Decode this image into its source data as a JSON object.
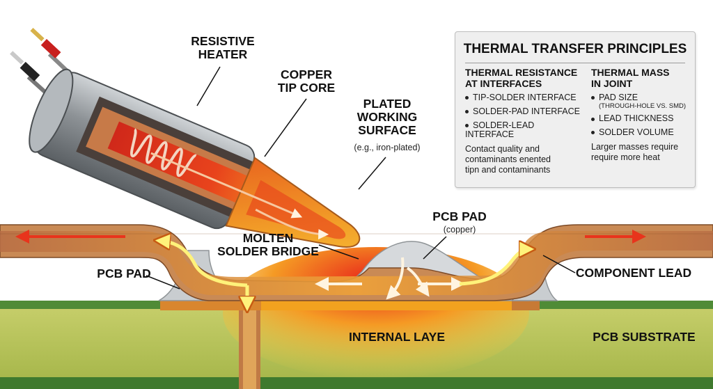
{
  "labels": {
    "resistive_heater": "RESISTIVE\nHEATER",
    "copper_tip_core": "COPPER\nTIP CORE",
    "plated_surface": "PLATED\nWORKING\nSURFACE",
    "plated_surface_note": "(e.g., iron-plated)",
    "pcb_pad_right": "PCB PAD",
    "pcb_pad_right_note": "(copper)",
    "molten_solder": "MOLTEN\nSOLDER BRIDGE",
    "pcb_pad_left": "PCB PAD",
    "component_lead": "COMPONENT LEAD",
    "internal_layer": "INTERNAL LAYE",
    "pcb_substrate": "PCB SUBSTRATE"
  },
  "panel": {
    "title": "THERMAL TRANSFER PRINCIPLES",
    "left_heading": "THERMAL RESISTANCE\nAT INTERFACES",
    "left_items": [
      "TIP-SOLDER INTERFACE",
      "SOLDER-PAD INTERFACE",
      "SOLDER-LEAD INTERFACE"
    ],
    "left_note": "Contact quality and\ncontaminants enented\ntipn and contaminants",
    "right_heading": "THERMAL MASS\nIN JOINT",
    "right_items": [
      {
        "text": "PAD SIZE",
        "sub": "(THROUGH-HOLE VS. SMD)"
      },
      {
        "text": "LEAD THICKNESS",
        "sub": ""
      },
      {
        "text": "SOLDER VOLUME",
        "sub": ""
      }
    ],
    "right_note": "Larger masses require\nrequire more heat"
  },
  "colors": {
    "copper": "#c8774a",
    "hot_red": "#e8341c",
    "hot_orange": "#f39a1e",
    "board_green": "#b7c45a",
    "board_dark": "#3f7a2e",
    "steel": "#9a9fa3",
    "arrow_yellow": "#fff27a"
  }
}
